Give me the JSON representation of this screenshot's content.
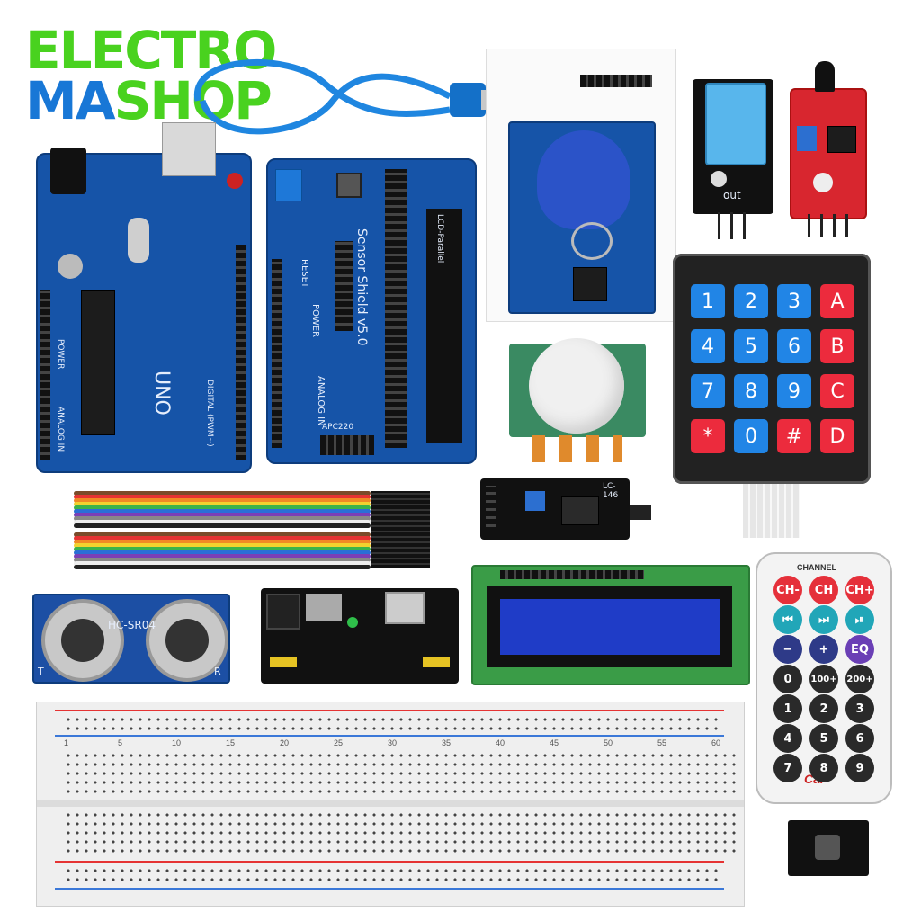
{
  "logo": {
    "line1": "ELECTRO",
    "line2_a": "MA",
    "line2_b": "SHOP"
  },
  "uno": {
    "label": "UNO",
    "digital": "DIGITAL (PWM~)",
    "analog": "ANALOG IN",
    "power": "POWER"
  },
  "sensor_shield": {
    "title": "Sensor Shield v5.0",
    "reset": "RESET",
    "apc": "APC220",
    "lcd_parallel": "LCD-Parallel",
    "power": "POWER",
    "analog": "ANALOG IN"
  },
  "dht": {
    "out": "out"
  },
  "keypad": {
    "keys": [
      "1",
      "2",
      "3",
      "A",
      "4",
      "5",
      "6",
      "B",
      "7",
      "8",
      "9",
      "C",
      "*",
      "0",
      "#",
      "D"
    ]
  },
  "i2c": {
    "label": "LC-146"
  },
  "ultrasonic": {
    "label": "HC-SR04",
    "t": "T",
    "r": "R"
  },
  "remote": {
    "channel": "CHANNEL",
    "buttons": [
      "CH-",
      "CH",
      "CH+",
      "⏮",
      "⏭",
      "⏯",
      "−",
      "+",
      "EQ",
      "0",
      "100+",
      "200+",
      "1",
      "2",
      "3",
      "4",
      "5",
      "6",
      "7",
      "8",
      "9"
    ],
    "brand": "Car"
  },
  "breadboard": {
    "numbers": [
      "1",
      "5",
      "10",
      "15",
      "20",
      "25",
      "30",
      "35",
      "40",
      "45",
      "50",
      "55",
      "60"
    ]
  },
  "colors": {
    "pcb": "#1654a8",
    "logo_green": "#49d21f",
    "logo_blue": "#1877d6",
    "key_blue": "#2185e6",
    "key_red": "#ec2b3d"
  }
}
